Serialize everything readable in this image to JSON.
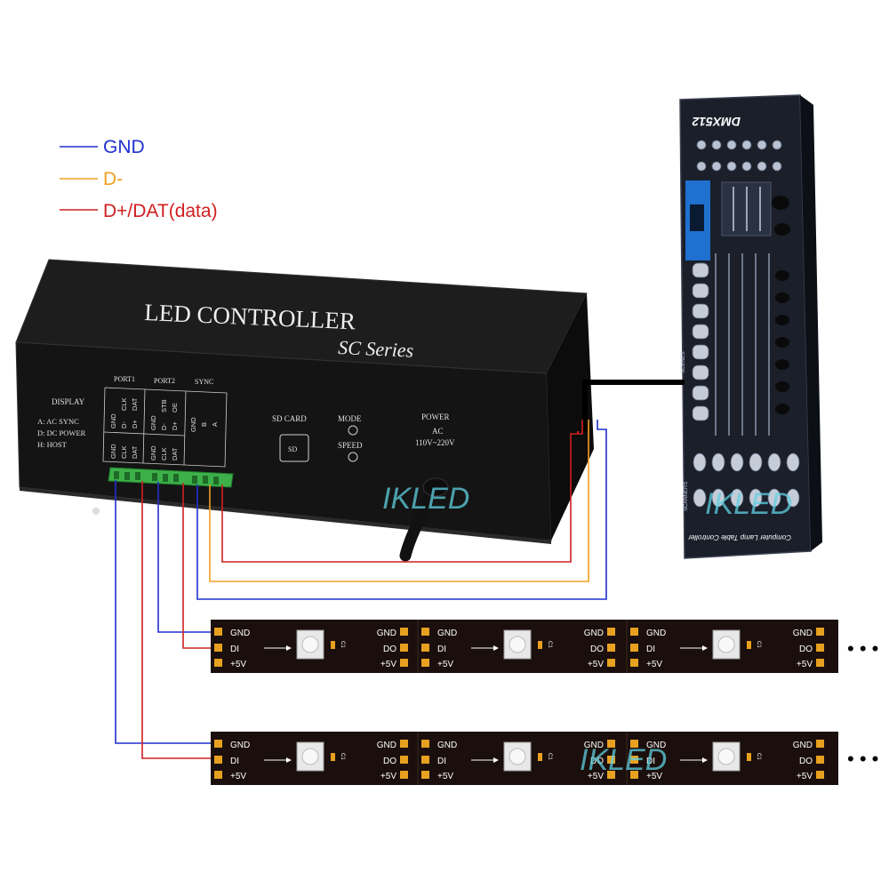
{
  "legend": [
    {
      "label": "GND",
      "color": "#1f2fd0"
    },
    {
      "label": "D-",
      "color": "#f0a020"
    },
    {
      "label": "D+/DAT(data)",
      "color": "#d02020"
    }
  ],
  "controller": {
    "title": "LED CONTROLLER",
    "subtitle": "SC  Series",
    "display_label": "DISPLAY",
    "display_modes": [
      "A: AC SYNC",
      "D: DC POWER",
      "H: HOST"
    ],
    "port1_label": "PORT1",
    "port2_label": "PORT2",
    "sync_label": "SYNC",
    "port1_top_pins": [
      "GND",
      "CLK",
      "DAT"
    ],
    "port1_top_pins_b": [
      "",
      "D-",
      "D+"
    ],
    "port2_top_pins": [
      "GND",
      "STB",
      "OE"
    ],
    "port2_top_pins_b": [
      "",
      "D-",
      "D+"
    ],
    "sync_pins": [
      "GND",
      "B",
      "A"
    ],
    "port1_bottom_pins": [
      "GND",
      "CLK",
      "DAT"
    ],
    "port2_bottom_pins": [
      "GND",
      "CLK",
      "DAT"
    ],
    "sd_card_label": "SD CARD",
    "sd_slot_label": "SD",
    "mode_label": "MODE",
    "speed_label": "SPEED",
    "power_label": "POWER",
    "power_type": "AC",
    "power_range": "110V~220V"
  },
  "dmx_console": {
    "model": "DMX512",
    "scenes_label": "SCENES",
    "scanners_label": "SCANNERS",
    "footer": "Computer Lamp Table Controller"
  },
  "strip_pins": {
    "gnd": "GND",
    "di": "DI",
    "do": "DO",
    "vcc": "+5V",
    "cap": "C1"
  },
  "watermark": "IKLED",
  "ellipsis": "• • •",
  "colors": {
    "gnd_wire": "#1f2fd0",
    "dminus_wire": "#f0a020",
    "dplus_wire": "#d02020",
    "controller_body": "#1c1c1c",
    "strip": "#1a0f0c",
    "terminal": "#3db04a",
    "pad": "#e8a020"
  }
}
